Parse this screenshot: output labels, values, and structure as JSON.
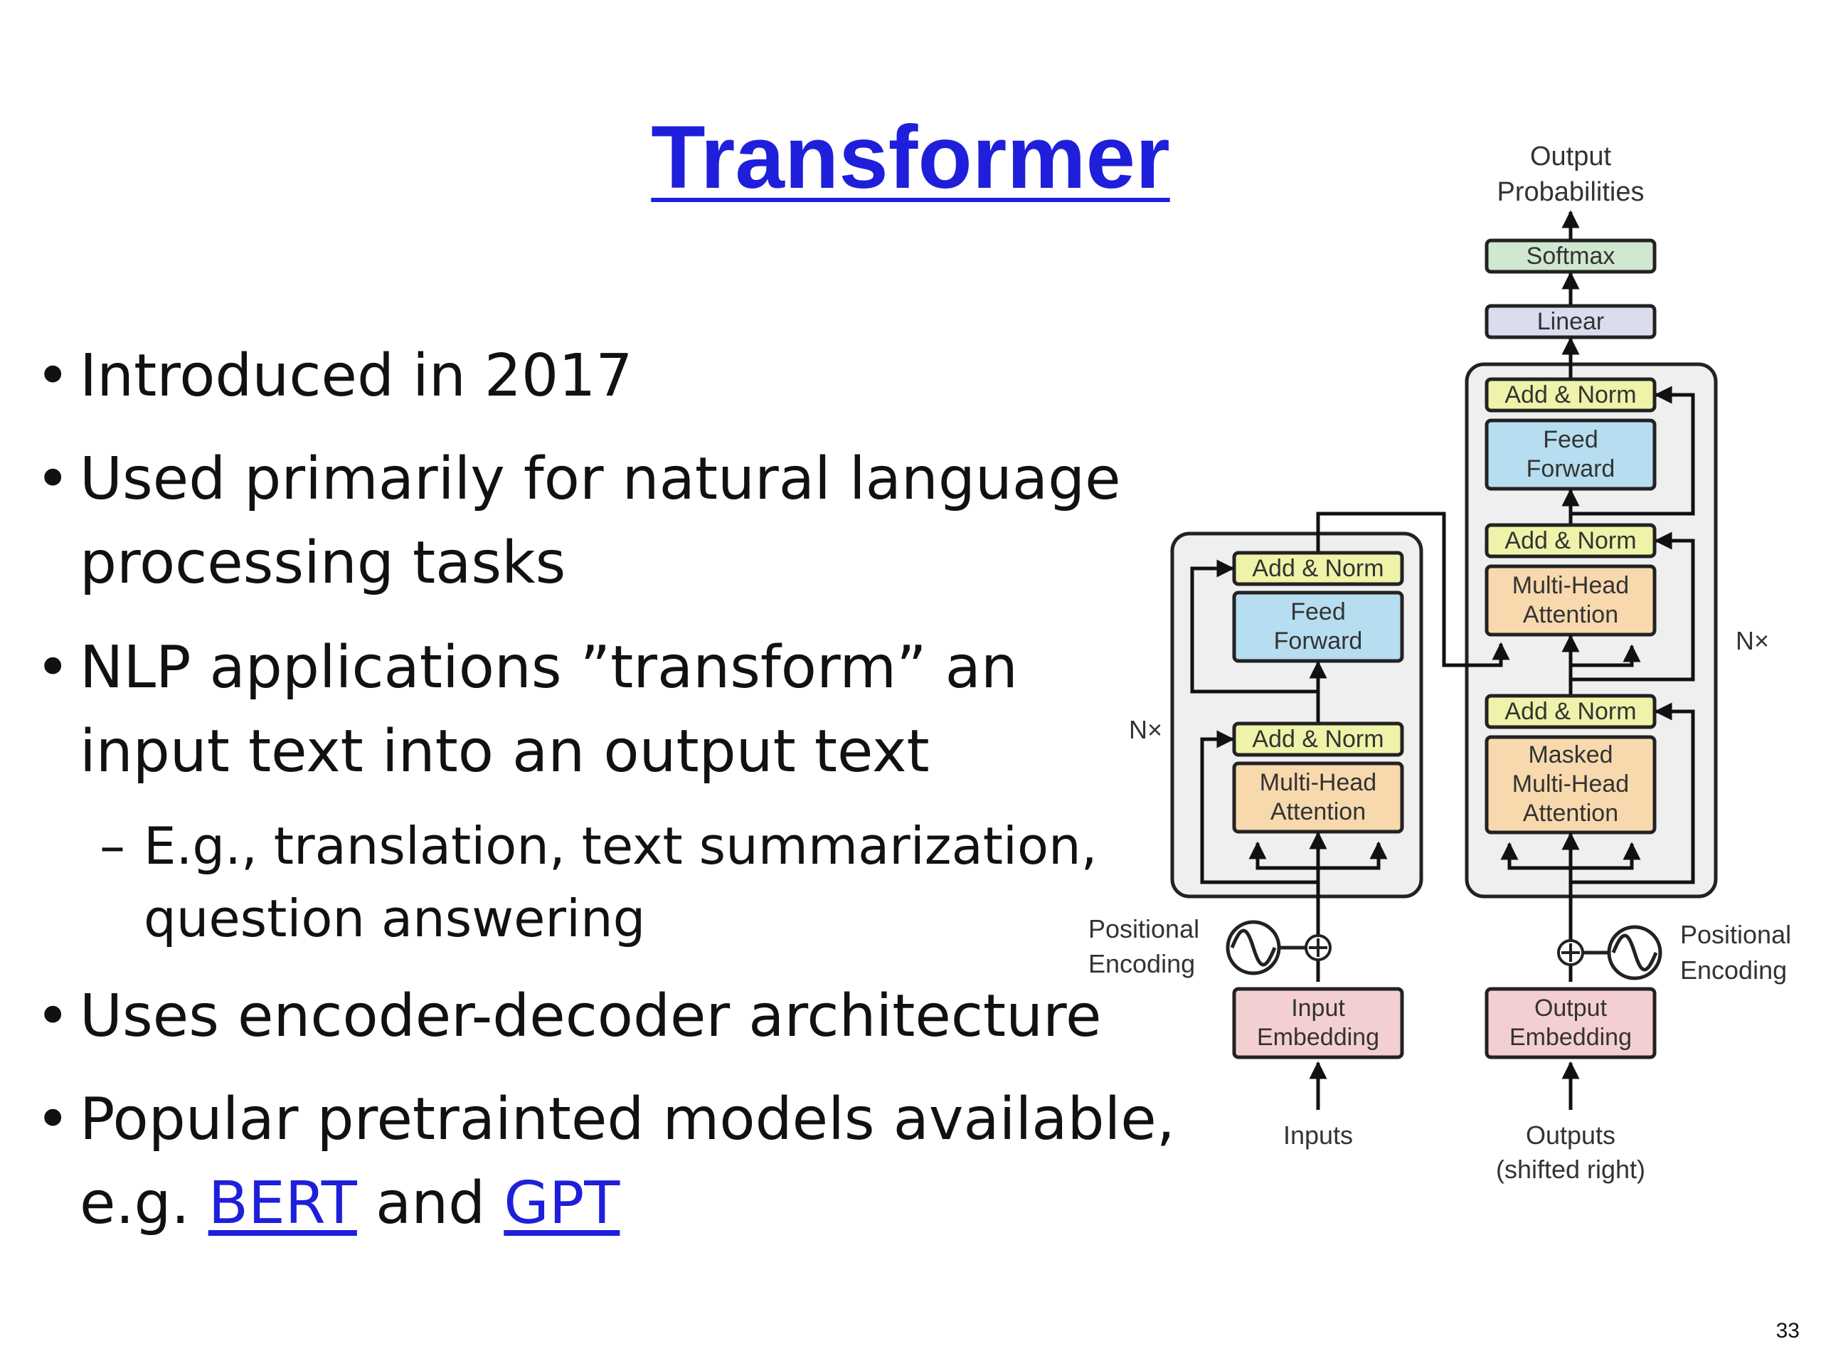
{
  "slide": {
    "title": "Transformer",
    "page_number": "33",
    "bullets": [
      {
        "lines": [
          "Introduced in 2017"
        ]
      },
      {
        "lines": [
          "Used primarily for natural language",
          "processing tasks"
        ]
      },
      {
        "lines": [
          "NLP applications ”transform” an",
          "input text into an output text"
        ]
      },
      {
        "sub": true,
        "dash": "–",
        "lines": [
          "E.g., translation, text summarization,",
          "question answering"
        ]
      },
      {
        "lines": [
          "Uses encoder-decoder architecture"
        ]
      },
      {
        "lines": [
          "Popular pretrainted models available,"
        ],
        "last_line_prefix": "e.g. ",
        "link1": "BERT",
        "mid": " and ",
        "link2": "GPT"
      }
    ],
    "bullet_char": "•"
  },
  "diagram": {
    "output_probabilities": [
      "Output",
      "Probabilities"
    ],
    "softmax": "Softmax",
    "linear": "Linear",
    "add_norm": "Add & Norm",
    "feed_forward": [
      "Feed",
      "Forward"
    ],
    "multi_head_attention": [
      "Multi-Head",
      "Attention"
    ],
    "masked_multi_head_attention": [
      "Masked",
      "Multi-Head",
      "Attention"
    ],
    "nx": "N×",
    "positional_encoding": [
      "Positional",
      "Encoding"
    ],
    "input_embedding": [
      "Input",
      "Embedding"
    ],
    "output_embedding": [
      "Output",
      "Embedding"
    ],
    "inputs": "Inputs",
    "outputs": [
      "Outputs",
      "(shifted right)"
    ],
    "colors": {
      "softmax": "#cfe8cf",
      "linear": "#dcdcef",
      "add_norm": "#eef3a9",
      "feed_forward": "#b6def0",
      "attention": "#f7d9ad",
      "embedding": "#f4cfd2",
      "block_bg": "#efefef",
      "link": "#1f1fdb"
    }
  }
}
